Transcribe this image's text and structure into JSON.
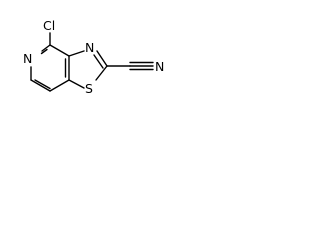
{
  "diagram": {
    "atoms": {
      "chlorine": "Cl",
      "pyridine_nitrogen": "N",
      "thiazole_nitrogen": "N",
      "sulfur": "S",
      "nitrile_nitrogen": "N"
    },
    "colors": {
      "bond": "#000000",
      "label": "#000000",
      "background": "#ffffff"
    }
  }
}
